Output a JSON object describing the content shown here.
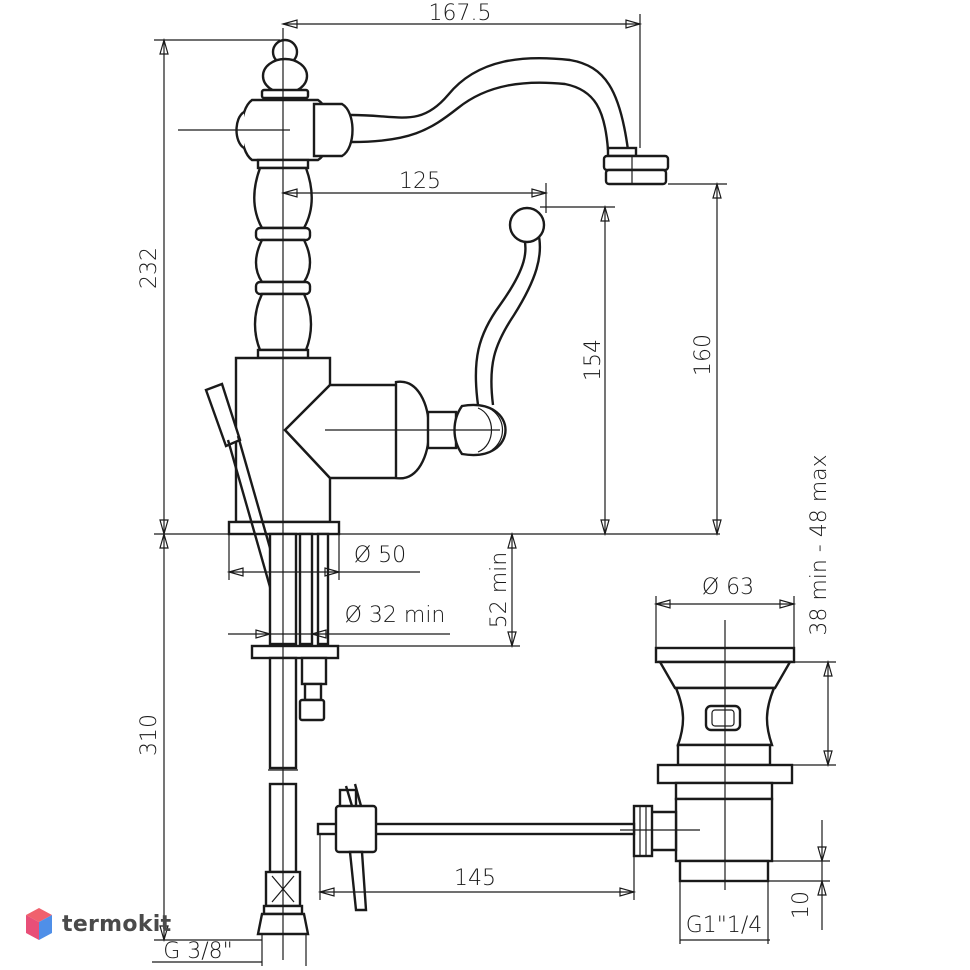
{
  "dimensions": {
    "spout_reach": "167.5",
    "handle_reach": "125",
    "total_height": "232",
    "handle_height": "154",
    "spout_height": "160",
    "hose_length": "310",
    "base_diameter": "Ø 50",
    "hole_diameter": "Ø 32 min",
    "mount_length": "52 min",
    "drain_diameter": "Ø 63",
    "counter_thickness": "38 min - 48 max",
    "rod_length": "145",
    "drain_thread_height": "10",
    "hose_thread": "G 3/8\"",
    "drain_thread": "G1\"1/4"
  },
  "brand": {
    "name": "termokit",
    "colors": {
      "top": "#f0616d",
      "bottom": "#4f8fe8",
      "text": "#4a4a4a"
    }
  }
}
